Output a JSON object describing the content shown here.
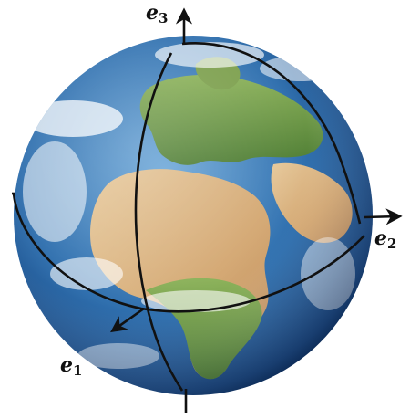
{
  "axes": {
    "e1": {
      "base": "e",
      "sub": "1"
    },
    "e2": {
      "base": "e",
      "sub": "2"
    },
    "e3": {
      "base": "e",
      "sub": "3"
    }
  },
  "colors": {
    "ocean_light": "#4f8fc9",
    "ocean_dark": "#0d2a57",
    "land_desert": "#d9b98a",
    "land_green": "#6f9a4a",
    "cloud": "#ffffff",
    "axis": "#111111"
  }
}
